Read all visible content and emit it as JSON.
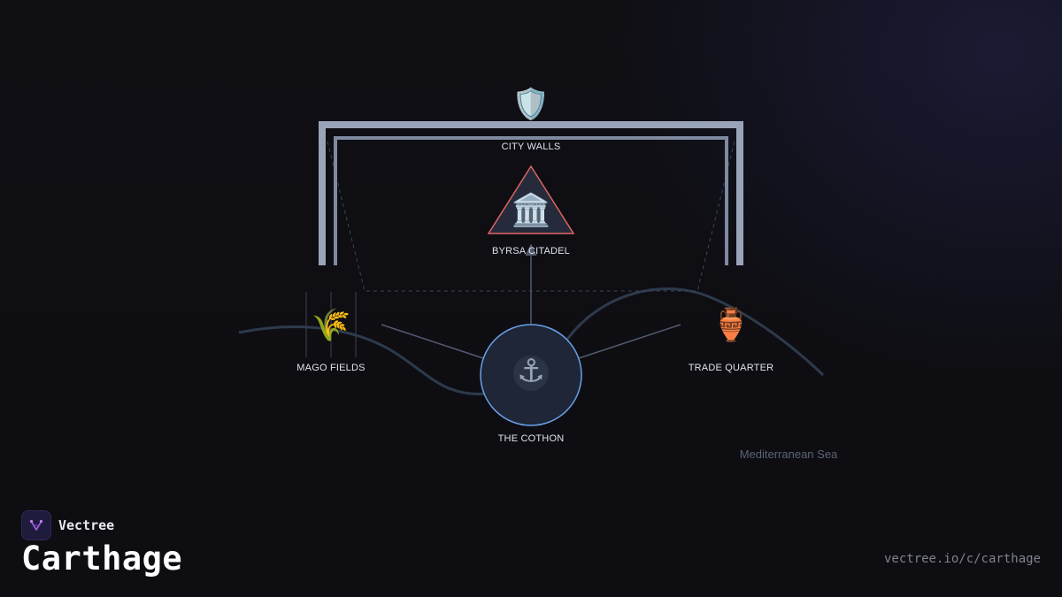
{
  "diagram": {
    "nodes": {
      "city_walls": {
        "label": "CITY WALLS",
        "icon": "shield-icon",
        "glyph": "🛡️"
      },
      "byrsa_citadel": {
        "label": "BYRSA CITADEL",
        "icon": "temple-icon",
        "glyph": "🏛️"
      },
      "the_cothon": {
        "label": "THE COTHON",
        "icon": "anchor-icon",
        "glyph": "⚓"
      },
      "mago_fields": {
        "label": "MAGO FIELDS",
        "icon": "wheat-icon",
        "glyph": "🌾"
      },
      "trade_quarter": {
        "label": "TRADE QUARTER",
        "icon": "amphora-icon",
        "glyph": "🏺"
      }
    },
    "edges": [
      {
        "from": "the_cothon",
        "to": "byrsa_citadel"
      },
      {
        "from": "mago_fields",
        "to": "the_cothon"
      },
      {
        "from": "trade_quarter",
        "to": "the_cothon"
      }
    ],
    "region_label": "Mediterranean Sea"
  },
  "brand": {
    "name": "Vectree"
  },
  "title": "Carthage",
  "url": "vectree.io/c/carthage",
  "colors": {
    "background": "#0f0f14",
    "wall": "#9aa4b8",
    "citadel_stroke": "#e06464",
    "cothon_stroke": "#6aa0e8",
    "cothon_fill": "#1e2637",
    "edge": "#525c6e",
    "river": "#2e3a4c",
    "brand_accent": "#9b59d8"
  }
}
